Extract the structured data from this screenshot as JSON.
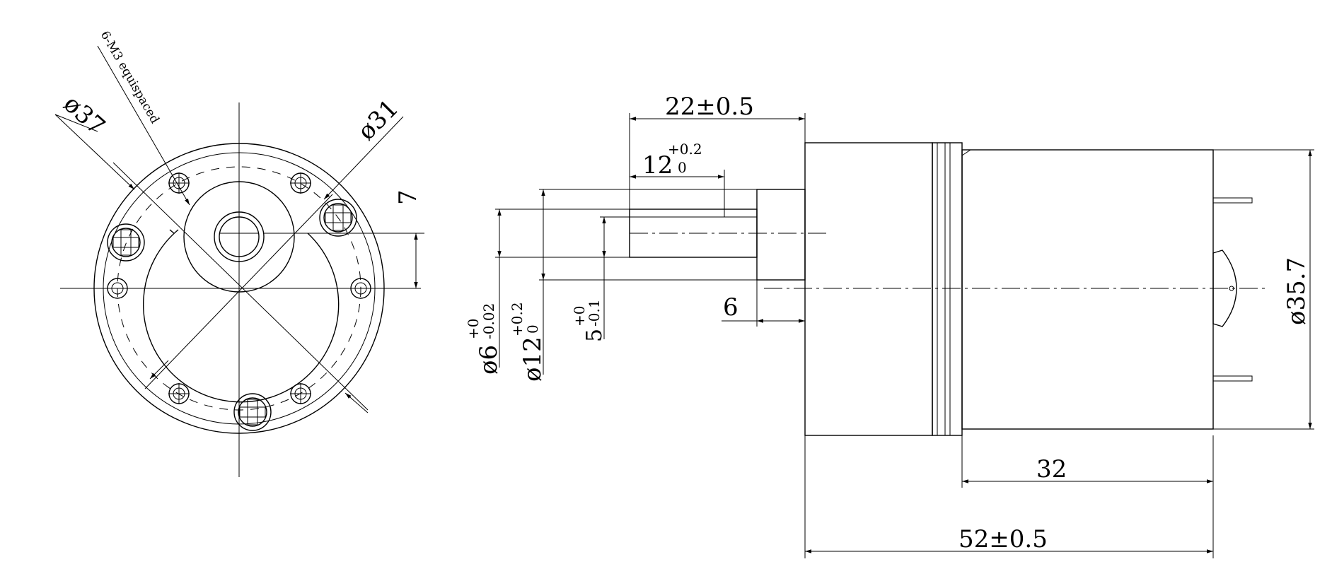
{
  "drawing": {
    "front_view": {
      "flange_diameter": "ø37",
      "bolt_circle_diameter": "ø31",
      "hole_note": "6-M3 equispaced",
      "offset": "7"
    },
    "side_view": {
      "shaft_length": "22±0.5",
      "flat_length": {
        "nominal": "12",
        "upper": "+0.2",
        "lower": "0"
      },
      "shaft_diameter": {
        "nominal": "ø6",
        "upper": "+0",
        "lower": "-0.02"
      },
      "boss_diameter": {
        "nominal": "ø12",
        "upper": "+0.2",
        "lower": "0"
      },
      "flat_height": {
        "nominal": "5",
        "upper": "+0",
        "lower": "-0.1"
      },
      "boss_length": "6",
      "motor_diameter": "ø35.7",
      "motor_length": "32",
      "overall_length": "52±0.5"
    }
  }
}
